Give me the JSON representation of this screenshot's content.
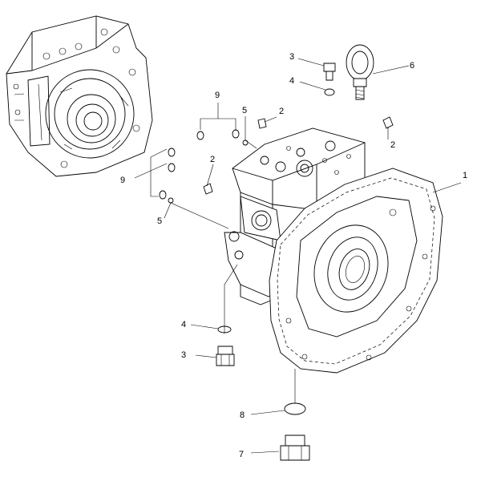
{
  "callouts": {
    "c1": "1",
    "c2a": "2",
    "c2b": "2",
    "c2c": "2",
    "c3a": "3",
    "c3b": "3",
    "c4a": "4",
    "c4b": "4",
    "c5a": "5",
    "c5b": "5",
    "c6": "6",
    "c7": "7",
    "c8": "8",
    "c9a": "9",
    "c9b": "9"
  }
}
